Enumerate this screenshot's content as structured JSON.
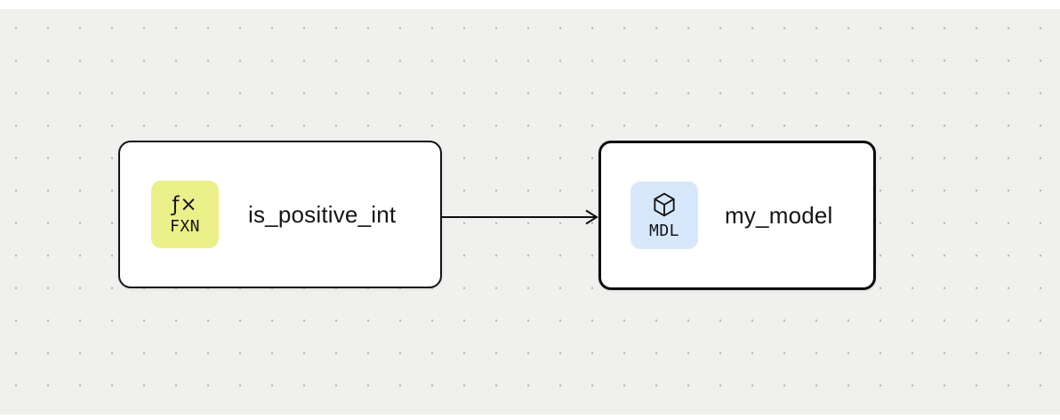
{
  "canvas": {
    "background_color": "#f0f0ee",
    "dot_color": "#b0b0b0"
  },
  "nodes": [
    {
      "id": "fxn",
      "label": "is_positive_int",
      "type": "function",
      "selected": false,
      "badge": {
        "icon": "function-icon",
        "glyph": "ƒ×",
        "text": "FXN",
        "color": "#ecf08b"
      }
    },
    {
      "id": "mdl",
      "label": "my_model",
      "type": "model",
      "selected": true,
      "badge": {
        "icon": "cube-icon",
        "text": "MDL",
        "color": "#d8e8fc"
      }
    }
  ],
  "edges": [
    {
      "from": "is_positive_int",
      "to": "my_model",
      "style": "arrow"
    }
  ]
}
